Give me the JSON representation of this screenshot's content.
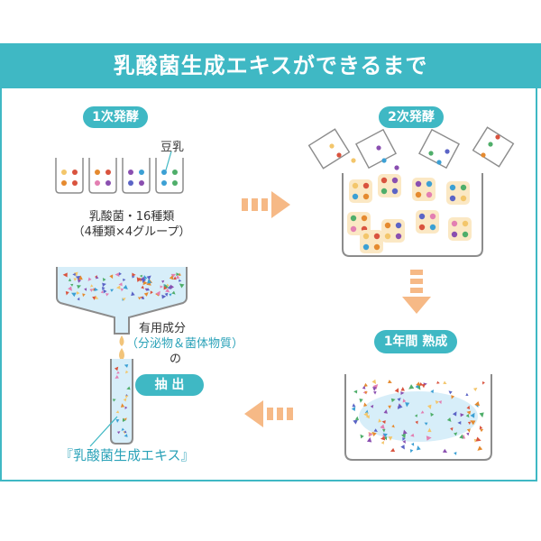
{
  "title": "乳酸菌生成エキスができるまで",
  "steps": {
    "first": "1次発酵",
    "second": "2次発酵",
    "aging": "1年間 熟成",
    "extract": "抽 出"
  },
  "labels": {
    "soy_milk": "豆乳",
    "bacteria_line1": "乳酸菌・16種類",
    "bacteria_line2": "（4種類×4グループ）",
    "useful_line1": "有用成分",
    "useful_line2": "（分泌物＆菌体物質）",
    "useful_line3": "の",
    "product": "『乳酸菌生成エキス』"
  },
  "colors": {
    "accent": "#3fb8c4",
    "arrow": "#f6b986",
    "vessel": "#8c8c8c",
    "liquid": "#d7eef9",
    "highlight_text": "#2aa2b8"
  },
  "dot_colors": [
    "#f3c66b",
    "#d9533e",
    "#8a4fb0",
    "#3ca0d4",
    "#4fae6a",
    "#e58a2f",
    "#5b64c6",
    "#e37fb2"
  ]
}
